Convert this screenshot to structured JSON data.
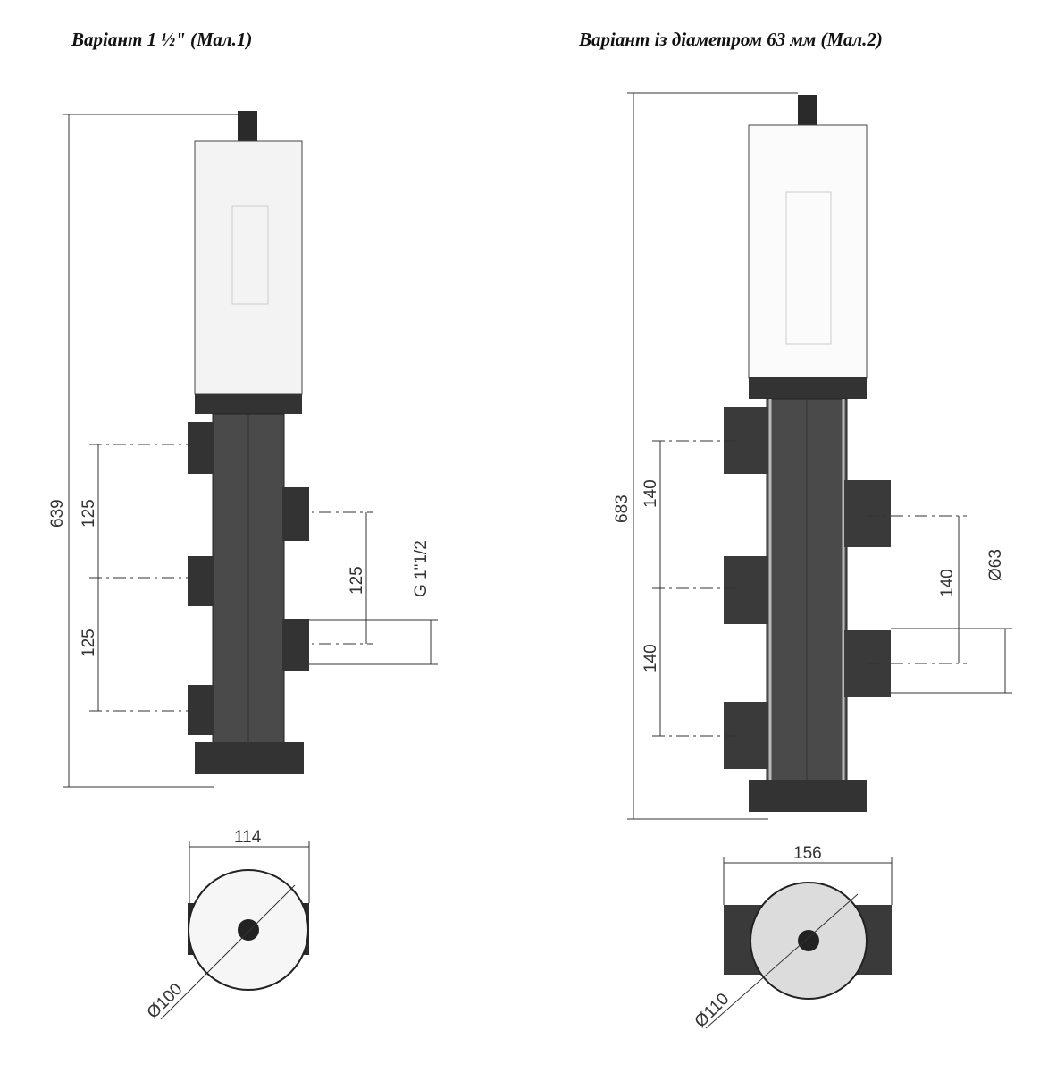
{
  "titles": {
    "left": "Варіант 1 ½\" (Мал.1)",
    "right": "Варіант із діаметром 63 мм (Мал.2)"
  },
  "left_drawing": {
    "total_height": "639",
    "spacing_left_top": "125",
    "spacing_left_bottom": "125",
    "spacing_right": "125",
    "thread": "G 1\"1/2",
    "width": "114",
    "diameter": "Ø100"
  },
  "right_drawing": {
    "total_height": "683",
    "spacing_left_top": "140",
    "spacing_left_bottom": "140",
    "spacing_right": "140",
    "port_diameter": "Ø63",
    "width": "156",
    "diameter": "Ø110"
  }
}
